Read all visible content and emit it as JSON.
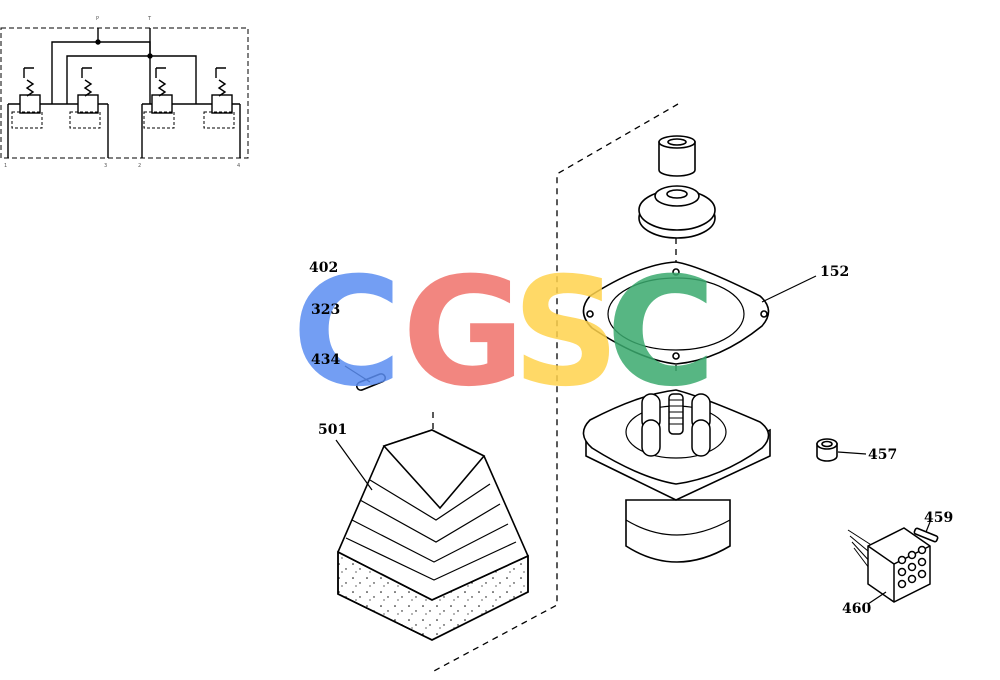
{
  "callouts": {
    "c402": "402",
    "c323": "323",
    "c434": "434",
    "c501": "501",
    "c152": "152",
    "c457": "457",
    "c459": "459",
    "c460": "460"
  },
  "watermark": {
    "letters": [
      "C",
      "G",
      "S",
      "C"
    ],
    "colors": [
      "#5b8ef2",
      "#f0726a",
      "#ffd34d",
      "#3aaa6e"
    ]
  },
  "schematic": {
    "port_labels": [
      "P",
      "T",
      "1",
      "3",
      "2",
      "4"
    ]
  }
}
